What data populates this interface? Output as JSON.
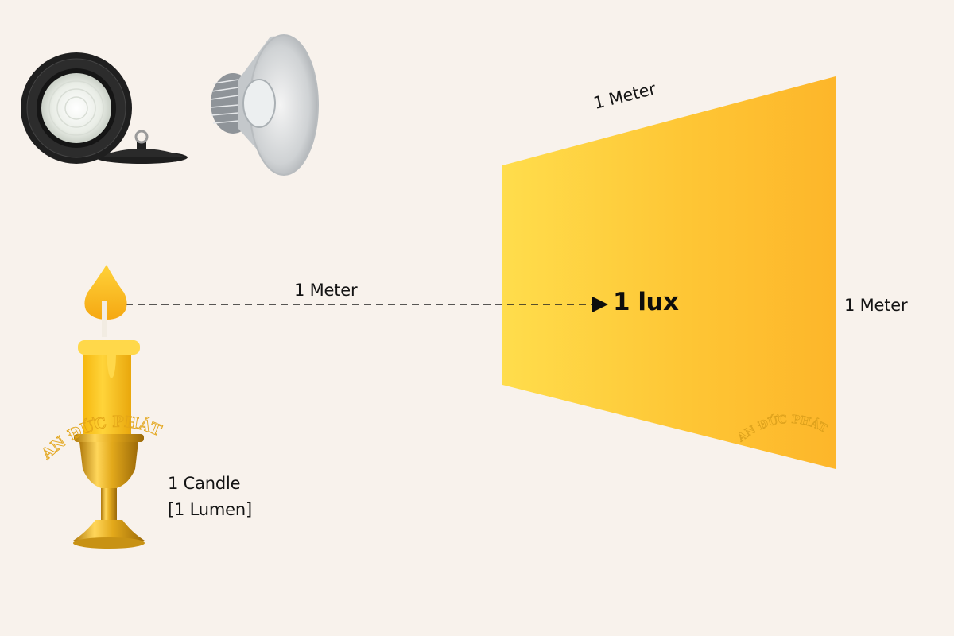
{
  "colors": {
    "background": "#f8f2ec",
    "plane_gradient_left": "#ffdc4a",
    "plane_gradient_right": "#fdb72a",
    "text": "#141414",
    "candle_gold": "#f2b90f",
    "watermark_stroke": "#d89a10"
  },
  "products": {
    "items": [
      {
        "name": "ufo-highbay-led-lamp",
        "icon": "round-black-highbay-light"
      },
      {
        "name": "aluminum-reflector-highbay-lamp",
        "icon": "silver-dome-highbay-light"
      }
    ]
  },
  "source": {
    "icon": "candle-icon",
    "label_line1": "1 Candle",
    "label_line2": "[1 Lumen]"
  },
  "distance": {
    "label": "1 Meter",
    "line_style": "dashed",
    "arrow": "arrow-right-icon"
  },
  "plane": {
    "top_edge_label": "1 Meter",
    "right_edge_label": "1 Meter",
    "center_label": "1 lux"
  },
  "watermarks": {
    "candle": "AN ĐỨC PHÁT",
    "plane": "AN ĐỨC PHÁT"
  }
}
